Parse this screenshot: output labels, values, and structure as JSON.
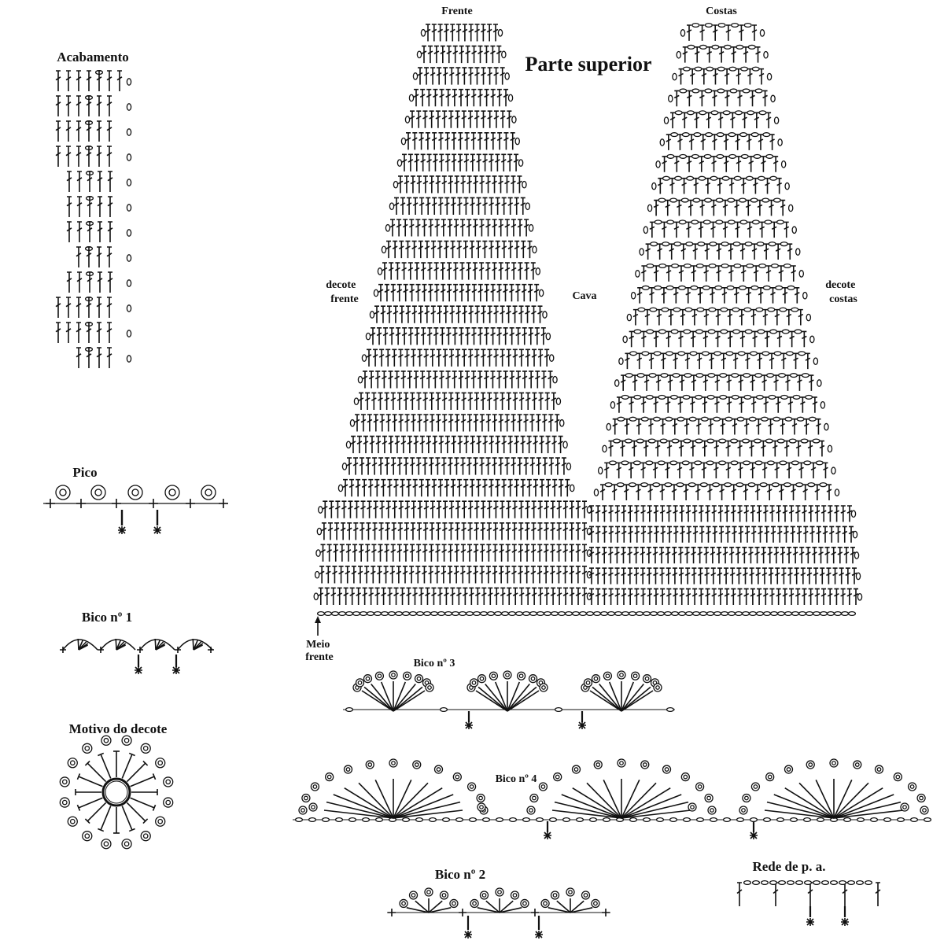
{
  "title": "Parte superior",
  "labels": {
    "frente": "Frente",
    "costas": "Costas",
    "decote_frente": [
      "decote",
      "frente"
    ],
    "cava": "Cava",
    "decote_costas": [
      "decote",
      "costas"
    ],
    "meio_frente": [
      "Meio",
      "frente"
    ]
  },
  "sections": {
    "acabamento": "Acabamento",
    "pico": "Pico",
    "bico1": "Bico nº 1",
    "motivo": "Motivo do decote",
    "bico3": "Bico nº 3",
    "bico4": "Bico nº 4",
    "bico2": "Bico nº 2",
    "rede": "Rede de p. a."
  },
  "symbols": {
    "stitch": "treble-crochet-symbol",
    "chain": "chain-oval-symbol",
    "single": "single-crochet-cross",
    "picot": "picot-symbol",
    "mark": "asterisk-marker"
  }
}
